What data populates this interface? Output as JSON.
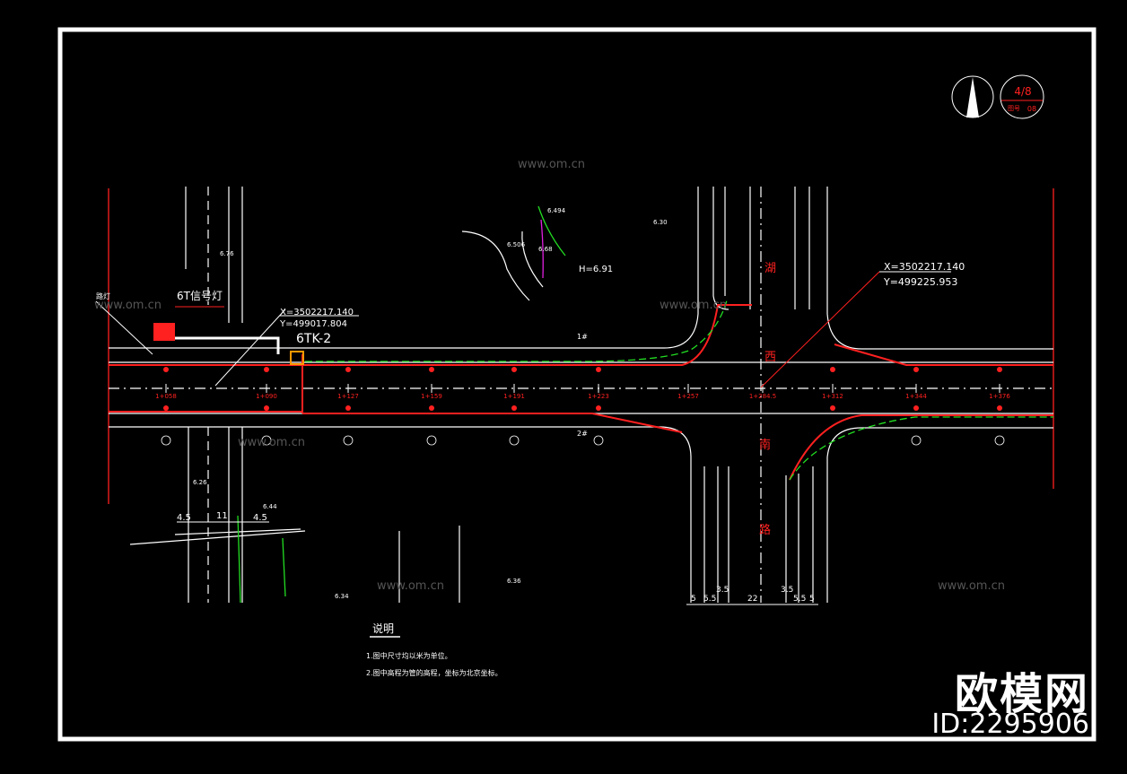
{
  "frame": {
    "sheet_no": "4/8",
    "sheet_code": "08",
    "sheet_label": "图号"
  },
  "labels": {
    "h_value": "H=6.91",
    "signal_name": "6T信号灯",
    "box_label": "6TK-2",
    "left_coord_x": "X=3502217.140",
    "left_coord_y": "Y=499017.804",
    "right_coord_x": "X=3502217.140",
    "right_coord_y": "Y=499225.953",
    "road_char_1": "湖",
    "road_char_2": "西",
    "road_char_3": "南",
    "road_char_4": "路",
    "left_tag": "路灯",
    "pipe_note_top": "1#",
    "pipe_note_bottom": "2#",
    "elev_1": "6.494",
    "elev_2": "6.506",
    "elev_3": "6.68",
    "elev_4": "6.30",
    "elev_5": "6.76",
    "elev_6": "6.26",
    "elev_7": "6.44",
    "elev_8": "6.34",
    "elev_9": "6.36",
    "dim_1": "4.5",
    "dim_2": "11",
    "dim_3": "4.5",
    "dim_b1": "5",
    "dim_b2": "5.5",
    "dim_b3": "3.5",
    "dim_b4": "22",
    "dim_b5": "3.5",
    "dim_b6": "5.5",
    "dim_b7": "5"
  },
  "stations": [
    "1+058",
    "1+090",
    "1+127",
    "1+159",
    "1+191",
    "1+223",
    "1+257",
    "1+284.5",
    "1+312",
    "1+344",
    "1+376"
  ],
  "notes": {
    "title": "说明",
    "line1": "1.图中尺寸均以米为单位。",
    "line2": "2.图中高程为管的高程，坐标为北京坐标。"
  },
  "watermark": {
    "brand": "欧模网",
    "id": "ID:2295906",
    "site": "www.om.cn"
  },
  "colors": {
    "red": "#ff2020",
    "green": "#22dd22",
    "white": "#ffffff",
    "magenta": "#e020e0",
    "orange": "#ff9900"
  }
}
